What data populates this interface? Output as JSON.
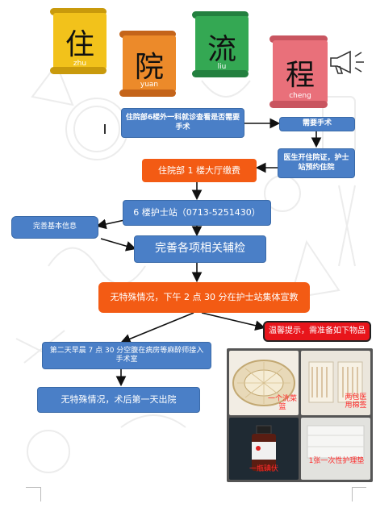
{
  "title_chars": [
    {
      "char": "住",
      "pinyin": "zhu",
      "color": "#f2c21b"
    },
    {
      "char": "院",
      "pinyin": "yuan",
      "color": "#ec8a2a"
    },
    {
      "char": "流",
      "pinyin": "liu",
      "color": "#34a853"
    },
    {
      "char": "程",
      "pinyin": "cheng",
      "color": "#e9707a"
    }
  ],
  "steps": {
    "clinic": "住院部6楼外一科就诊查看是否需要手术",
    "need_surgery": "需要手术",
    "doctor_order": "医生开住院证，护士站预约住院",
    "payment": "住院部 1 楼大厅缴费",
    "nurse_station": "6 楼护士站（0713-5251430）",
    "basic_info": "完善基本信息",
    "exams": "完善各项相关辅检",
    "briefing": "无特殊情况，下午 2 点 30 分在护士站集体宣教",
    "next_morning": "第二天早晨 7 点 30 分空腹在病房等麻醉师接入手术室",
    "discharge": "无特殊情况，术后第一天出院",
    "reminder": "温馨提示，需准备如下物品"
  },
  "items": [
    {
      "caption": "一个洗菜篮"
    },
    {
      "caption": "两包医用棉签"
    },
    {
      "caption": "一瓶碘伏"
    },
    {
      "caption": "1张一次性护理垫"
    }
  ],
  "colors": {
    "blue": "#4a7fc7",
    "orange": "#f35b14",
    "red": "#e8151b"
  }
}
